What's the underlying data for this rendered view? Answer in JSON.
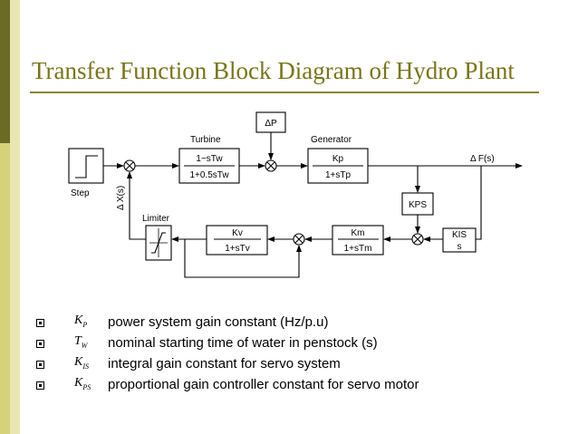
{
  "slide": {
    "title": "Transfer Function Block Diagram of Hydro Plant"
  },
  "diagram": {
    "step_label": "Step",
    "x_label": "Δ X(s)",
    "turbine_label": "Turbine",
    "turbine_num": "1−sTw",
    "turbine_den": "1+0.5sTw",
    "dp_label": "ΔP",
    "generator_label": "Generator",
    "gen_num": "Kp",
    "gen_den": "1+sTp",
    "output_label": "Δ F(s)",
    "kps_label": "KPS",
    "limiter_label": "Limiter",
    "kv_num": "Kv",
    "kv_den": "1+sTv",
    "km_num": "Km",
    "km_den": "1+sTm",
    "kis_num": "KIS",
    "kis_den": "s"
  },
  "bullets": [
    {
      "sym": "K",
      "sub": "P",
      "text": "power system gain constant (Hz/p.u)"
    },
    {
      "sym": "T",
      "sub": "W",
      "text": "nominal starting time of water in penstock (s)"
    },
    {
      "sym": "K",
      "sub": "IS",
      "text": "integral gain constant for servo system"
    },
    {
      "sym": "K",
      "sub": "PS",
      "text": "proportional gain controller constant for servo motor"
    }
  ]
}
